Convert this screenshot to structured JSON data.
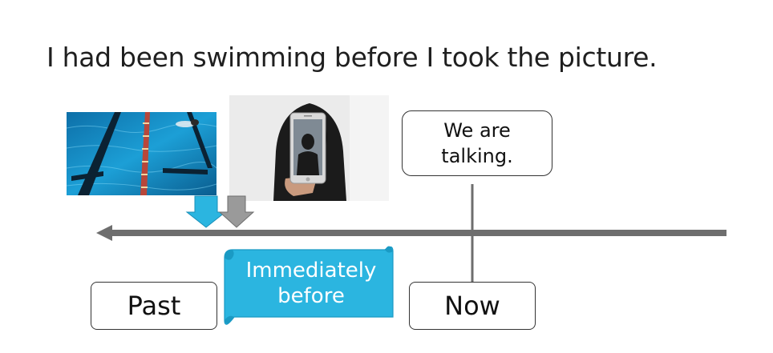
{
  "sentence": "I had been swimming before I took the picture.",
  "bubble": {
    "line1": "We are",
    "line2": "talking."
  },
  "scroll": {
    "line1": "Immediately",
    "line2": "before"
  },
  "labels": {
    "past": "Past",
    "now": "Now"
  },
  "colors": {
    "timeline": "#6e6e6e",
    "swim_marker": "#2bb5e0",
    "photo_marker": "#9a9a9a",
    "scroll_fill": "#2bb5e0",
    "scroll_edge": "#1a9ac4"
  },
  "images": [
    {
      "name": "swimming-pool-photo",
      "depicts": "swimming pool lanes"
    },
    {
      "name": "selfie-photo",
      "depicts": "person taking a picture with a phone"
    }
  ]
}
